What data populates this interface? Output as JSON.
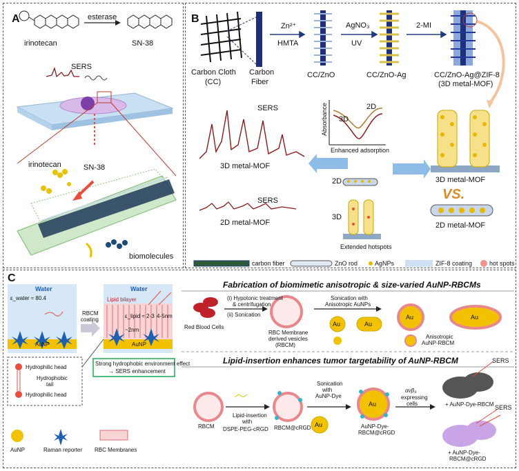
{
  "panel_a": {
    "label": "A",
    "irinotecan": "irinotecan",
    "esterase": "esterase",
    "sn38": "SN-38",
    "sers": "SERS",
    "irinotecan2": "irinotecan",
    "sn38_2": "SN-38",
    "biomolecules": "biomolecules"
  },
  "panel_b": {
    "label": "B",
    "carbon_cloth": "Carbon Cloth",
    "cc": "(CC)",
    "carbon": "Carbon",
    "fiber": "Fiber",
    "zn": "Zn²⁺",
    "hmta": "HMTA",
    "cc_zno": "CC/ZnO",
    "agno3": "AgNO₃",
    "uv": "UV",
    "cc_zno_ag": "CC/ZnO-Ag",
    "two_mi": "2-MI",
    "final1": "CC/ZnO-Ag@ZIF-8",
    "final2": "(3D metal-MOF)",
    "sers_top": "SERS",
    "mof3d_label": "3D metal-MOF",
    "absorbance": "Absorbance",
    "abs_2d": "2D",
    "abs_3d": "3D",
    "enhanced": "Enhanced adsorption",
    "mof3d_right": "3D metal-MOF",
    "vs": "VS.",
    "two_d": "2D",
    "three_d": "3D",
    "sers_bottom": "SERS",
    "mof2d_label": "2D metal-MOF",
    "mof2d_right": "2D metal-MOF",
    "extended": "Extended hotspots",
    "legend": [
      "carbon fiber",
      "ZnO rod",
      "AgNPs",
      "ZIF-8 coating",
      "hot spots"
    ]
  },
  "panel_c": {
    "label": "C",
    "water1": "Water",
    "eps_water": "ε_water ≈ 80.4",
    "rbcm_coating1": "RBCM",
    "rbcm_coating2": "coating",
    "water2": "Water",
    "lipid_bilayer": "Lipid bilayer",
    "eps_lipid": "ε_lipid ≈ 2-3",
    "nm_4_5": "4-5nm",
    "nm_2": "~2nm",
    "aunp_label1": "AuNP",
    "aunp_label2": "AuNP",
    "hydrophilic_head1": "Hydrophilic head",
    "hydrophobic1": "Hydrophobic",
    "hydrophobic2": "tail",
    "hydrophilic_head2": "Hydrophilic head",
    "strong1": "Strong hydrophobic environment effect",
    "strong2": "→ SERS enhancement",
    "legend_aunp": "AuNP",
    "legend_raman": "Raman reporter",
    "legend_rbc": "RBC Membranes",
    "title1": "Fabrication of biomimetic anisotropic & size-varied AuNP-RBCMs",
    "hypotonic1": "(i) Hypotonic treatment",
    "hypotonic2": "& centrifugation",
    "sonication": "(ii) Sonication",
    "sonication_with1": "Sonication with",
    "sonication_with2": "Anisotropic AuNPs",
    "red_blood_cells": "Red Blood Cells",
    "rbc_membrane1": "RBC Membrane",
    "rbc_membrane2": "derived vesicles",
    "rbc_membrane3": "(RBCM)",
    "au": "Au",
    "anisotropic1": "Anisotropic",
    "anisotropic2": "AuNP-RBCM",
    "title2": "Lipid-insertion enhances tumor targetability of AuNP-RBCM",
    "rbcm": "RBCM",
    "lipid_insertion1": "Lipid-insertion",
    "lipid_insertion2": "with",
    "lipid_insertion3": "DSPE-PEG-cRGD",
    "rbcm_crgd": "RBCM@cRGD",
    "son_dye1": "Sonication",
    "son_dye2": "with",
    "son_dye3": "AuNP-Dye",
    "aunp_dye_rbcm1": "AuNP-Dye-",
    "aunp_dye_rbcm2": "RBCM@cRGD",
    "avb3_1": "αvβ₃",
    "avb3_2": "expressing",
    "avb3_3": "cells",
    "sers_c1": "SERS",
    "sers_c2": "SERS",
    "plus_rbcm": "+ AuNP-Dye-RBCM",
    "plus_crgd1": "+ AuNP-Dye-",
    "plus_crgd2": "RBCM@cRGD"
  },
  "colors": {
    "sers_curve": "#8b1a1a",
    "arrow_blue": "#7fb2e0",
    "gold": "#e6b800",
    "rbc_pink": "#e9888c",
    "green_box": "#19a85a"
  }
}
